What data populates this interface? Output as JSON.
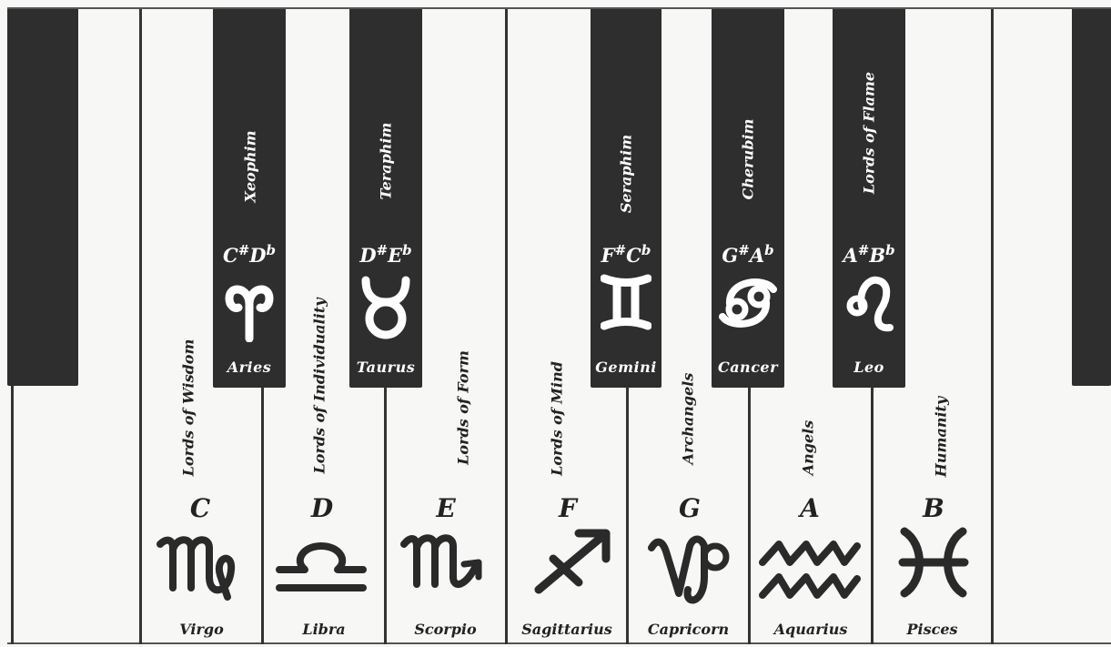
{
  "black_keys": [
    {
      "note_main": "C",
      "note_alt": "D",
      "sign": "Aries",
      "hierarchy": "Xeophim",
      "glyph": "aries-glyph"
    },
    {
      "note_main": "D",
      "note_alt": "E",
      "sign": "Taurus",
      "hierarchy": "Teraphim",
      "glyph": "taurus-glyph"
    },
    {
      "note_main": "F",
      "note_alt": "C",
      "sign": "Gemini",
      "hierarchy": "Seraphim",
      "glyph": "gemini-glyph"
    },
    {
      "note_main": "G",
      "note_alt": "A",
      "sign": "Cancer",
      "hierarchy": "Cherubim",
      "glyph": "cancer-glyph"
    },
    {
      "note_main": "A",
      "note_alt": "B",
      "sign": "Leo",
      "hierarchy": "Lords of Flame",
      "glyph": "leo-glyph"
    }
  ],
  "accidentals": {
    "sharp": "#",
    "flat": "b"
  },
  "white_keys": [
    {
      "note": "C",
      "sign": "Virgo",
      "hierarchy": "Lords of Wisdom",
      "glyph": "virgo-glyph"
    },
    {
      "note": "D",
      "sign": "Libra",
      "hierarchy": "Lords of Individuality",
      "glyph": "libra-glyph"
    },
    {
      "note": "E",
      "sign": "Scorpio",
      "hierarchy": "Lords of Form",
      "glyph": "scorpio-glyph"
    },
    {
      "note": "F",
      "sign": "Sagittarius",
      "hierarchy": "Lords of Mind",
      "glyph": "sagittarius-glyph"
    },
    {
      "note": "G",
      "sign": "Capricorn",
      "hierarchy": "Archangels",
      "glyph": "capricorn-glyph"
    },
    {
      "note": "A",
      "sign": "Aquarius",
      "hierarchy": "Angels",
      "glyph": "aquarius-glyph"
    },
    {
      "note": "B",
      "sign": "Pisces",
      "hierarchy": "Humanity",
      "glyph": "pisces-glyph"
    }
  ],
  "colors": {
    "black_key": "#2e2e2e",
    "white_key": "#f7f7f5",
    "ink": "#222222"
  }
}
